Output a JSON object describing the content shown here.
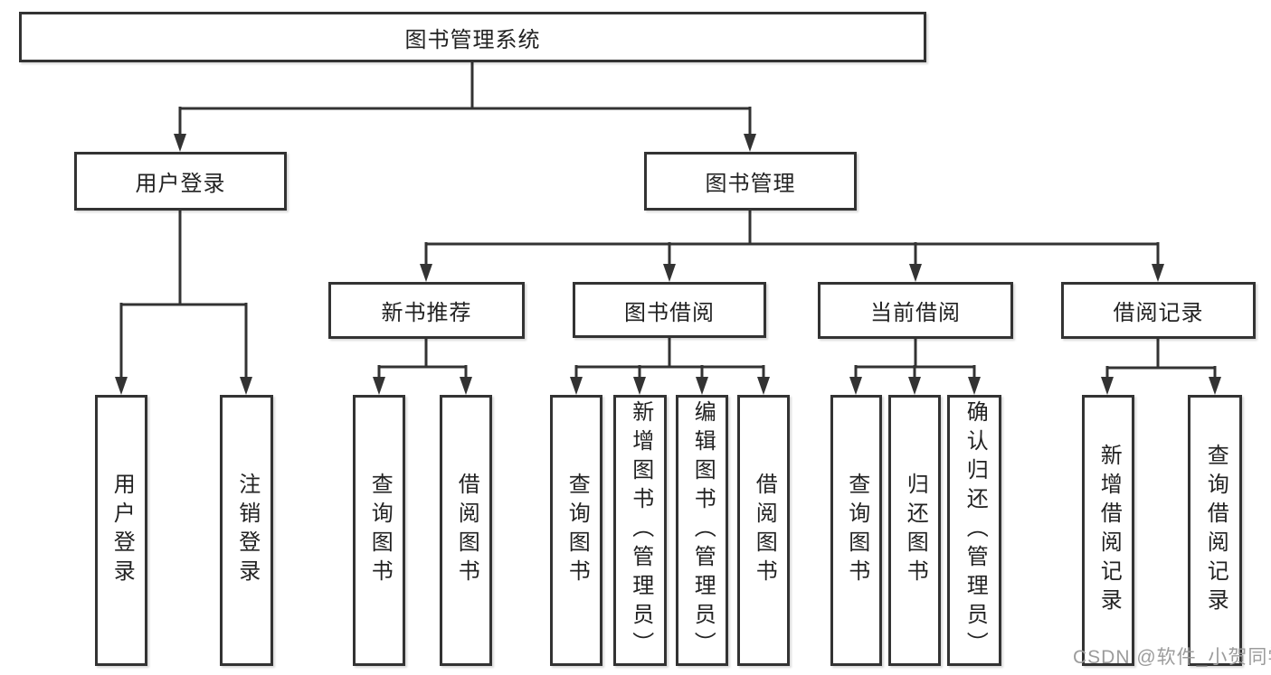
{
  "tree": {
    "root": "图书管理系统",
    "branches": [
      {
        "label": "用户登录",
        "children": [
          "用户登录",
          "注销登录"
        ]
      },
      {
        "label": "图书管理",
        "sections": [
          {
            "label": "新书推荐",
            "children": [
              "查询图书",
              "借阅图书"
            ]
          },
          {
            "label": "图书借阅",
            "children": [
              "查询图书",
              "新增图书（管理员）",
              "编辑图书（管理员）",
              "借阅图书"
            ]
          },
          {
            "label": "当前借阅",
            "children": [
              "查询图书",
              "归还图书",
              "确认归还（管理员）"
            ]
          },
          {
            "label": "借阅记录",
            "children": [
              "新增借阅记录",
              "查询借阅记录"
            ]
          }
        ]
      }
    ]
  },
  "watermark": "CSDN @软件_小贺同学",
  "colors": {
    "line": "#333333",
    "text": "#222222",
    "watermark": "#9c9c9c",
    "background": "#ffffff"
  }
}
